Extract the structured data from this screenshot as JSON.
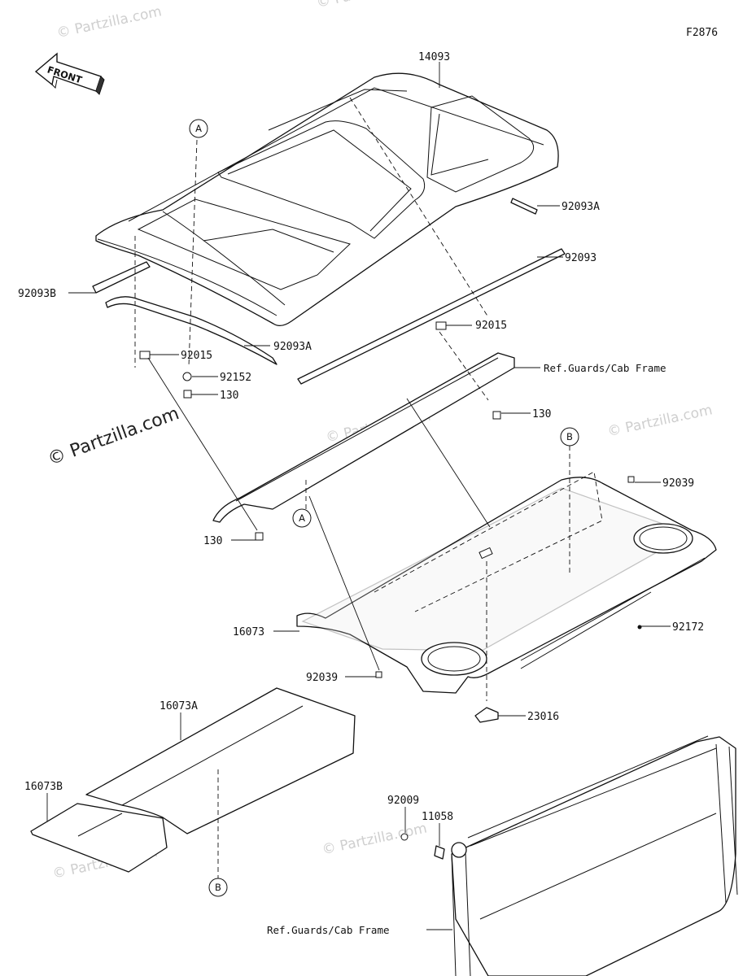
{
  "diagram": {
    "figure_code": "F2876",
    "direction_label": "FRONT",
    "copyright_notice": "© Partzilla.com",
    "watermark_text": "© Partzilla.com",
    "part_labels": {
      "roof": "14093",
      "seal_a_right": "92093A",
      "seal_main": "92093",
      "seal_b": "92093B",
      "seal_a_left": "92093A",
      "clip_right": "92015",
      "clip_left": "92015",
      "washer": "92152",
      "bolt_left_upper": "130",
      "bolt_right": "130",
      "bolt_left_lower": "130",
      "screw_right": "92039",
      "screw_lower": "92039",
      "plug": "92172",
      "headliner": "16073",
      "headliner_a": "16073A",
      "headliner_b": "16073B",
      "bracket": "23016",
      "bolt_frame": "92009",
      "clamp": "11058"
    },
    "reference_labels": {
      "guards_upper": "Ref.Guards/Cab Frame",
      "guards_lower": "Ref.Guards/Cab Frame"
    },
    "callouts": {
      "a_top": "A",
      "a_mid": "A",
      "b_top": "B",
      "b_bottom": "B"
    }
  }
}
